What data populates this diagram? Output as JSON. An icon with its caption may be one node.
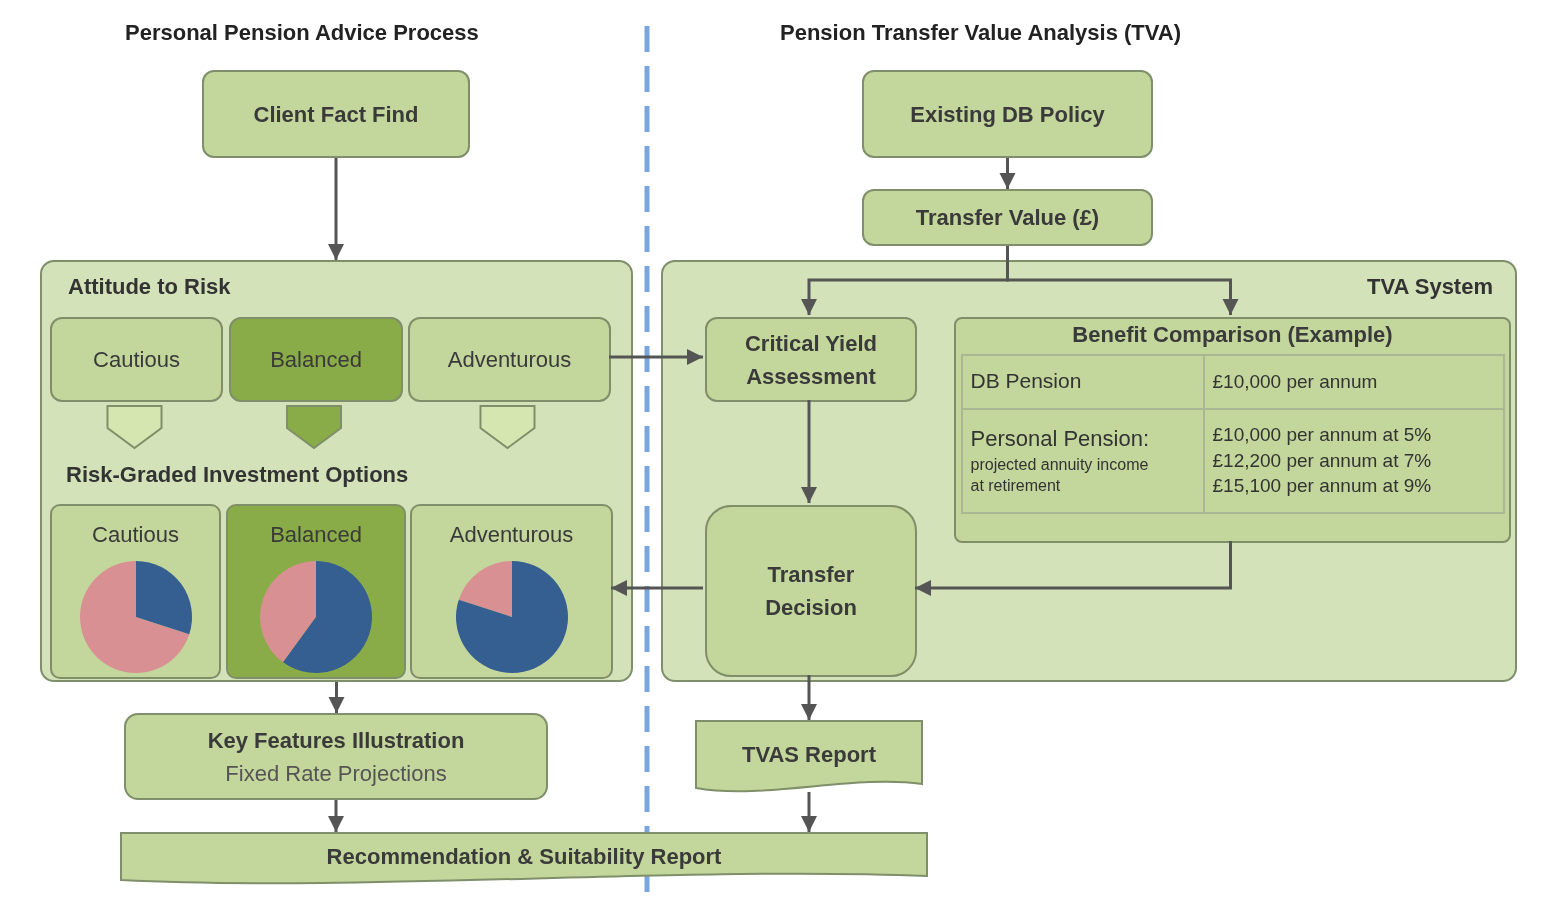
{
  "diagram": {
    "nodes": [
      {
        "text": [
          "Client Fact Find"
        ]
      },
      {
        "text": [
          "Attitude to Risk",
          "Risk-Graded Investment Options"
        ]
      },
      {
        "text": [
          "Cautious"
        ],
        "in": 1
      },
      {
        "text": [
          "Balanced"
        ],
        "in": 1
      },
      {
        "text": [
          "Adventurous"
        ],
        "in": 1
      },
      {
        "text": [
          "Cautious"
        ],
        "in": 1
      },
      {
        "text": [
          "Balanced"
        ],
        "in": 1
      },
      {
        "text": [
          "Adventurous"
        ],
        "in": 1
      },
      {
        "text": [
          "Existing DB Policy"
        ]
      },
      {
        "text": [
          "Transfer Value (£)"
        ]
      },
      {
        "text": [
          "TVA System"
        ]
      },
      {
        "text": [
          "Critical Yield Assessment"
        ],
        "in": 10
      },
      {
        "text": [
          "Benefit Comparison (Example)",
          "DB Pension",
          "£10,000 per annum",
          "Personal Pension:",
          "projected annuity income at retirement",
          "£10,000 per annum at 5%",
          "£12,200 per annum at 7%",
          "£15,100 per annum at 9%"
        ],
        "in": 10
      },
      {
        "text": [
          "Transfer Decision"
        ],
        "in": 10
      },
      {
        "text": [
          "Key Features Illustration",
          "Fixed Rate Projections"
        ]
      },
      {
        "text": [
          "TVAS Report"
        ]
      },
      {
        "text": [
          "Recommendation & Suitability Report"
        ]
      }
    ],
    "edges": [
      {
        "from": 0,
        "to": 1,
        "arrow": "to"
      },
      {
        "from": 2,
        "to": 5,
        "arrow": "to"
      },
      {
        "from": 3,
        "to": 6,
        "arrow": "to",
        "color": "#8aac48"
      },
      {
        "from": 4,
        "to": 7,
        "arrow": "to"
      },
      {
        "from": 4,
        "to": 11,
        "arrow": "to"
      },
      {
        "from": 8,
        "to": 9,
        "arrow": "to"
      },
      {
        "from": 9,
        "to": 11,
        "arrow": "to"
      },
      {
        "from": 9,
        "to": 12,
        "arrow": "to"
      },
      {
        "from": 11,
        "to": 13,
        "arrow": "to"
      },
      {
        "from": 12,
        "to": 13,
        "arrow": "to"
      },
      {
        "from": 13,
        "to": 7,
        "arrow": "to"
      },
      {
        "from": 1,
        "to": 14,
        "arrow": "to"
      },
      {
        "from": 13,
        "to": 15,
        "arrow": "to"
      },
      {
        "from": 14,
        "to": 16,
        "arrow": "to"
      },
      {
        "from": 15,
        "to": 16,
        "arrow": "to"
      }
    ],
    "labels": [
      "Personal Pension Advice Process",
      "Pension Transfer Value Analysis (TVA)"
    ]
  }
}
